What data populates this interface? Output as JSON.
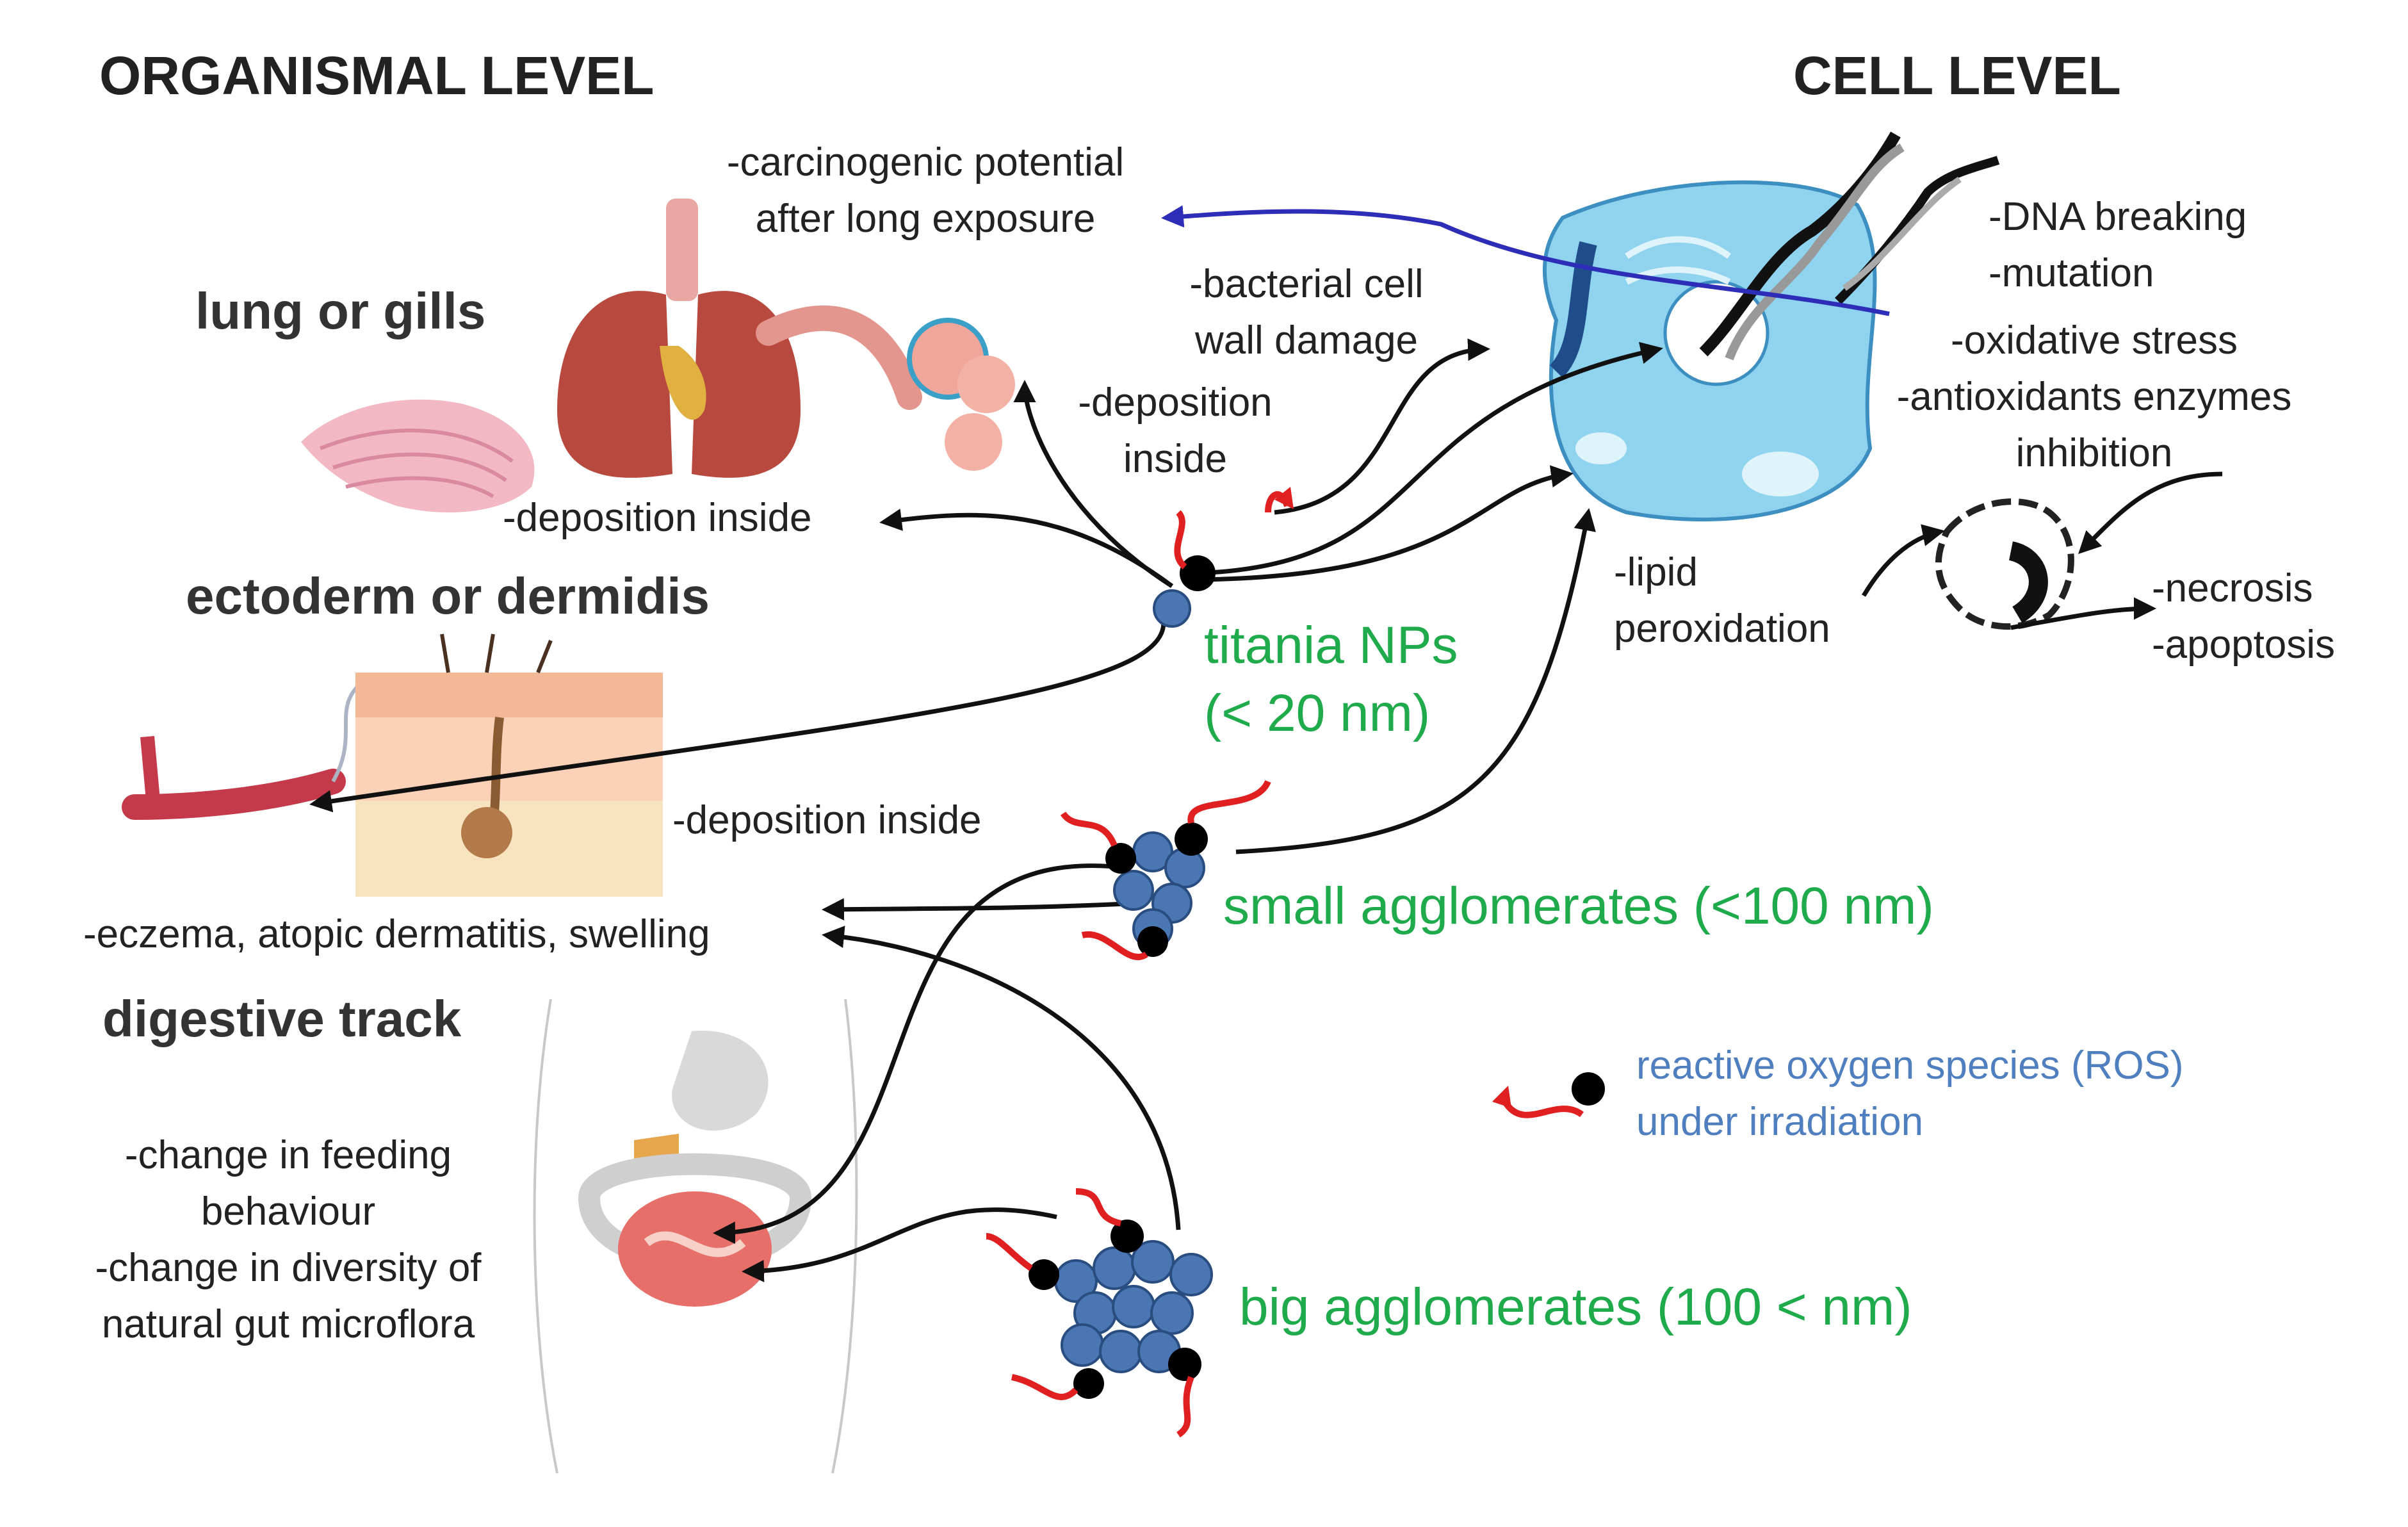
{
  "headers": {
    "organismal": "ORGANISMAL LEVEL",
    "cell": "CELL LEVEL"
  },
  "organs": {
    "lung": "lung or gills",
    "skin": "ectoderm or dermidis",
    "digestive": "digestive track"
  },
  "effects": {
    "carcinogenic": [
      "-carcinogenic potential",
      "after long exposure"
    ],
    "bacterial": [
      "-bacterial cell",
      "wall damage"
    ],
    "deposition_lung": [
      "-deposition",
      "inside"
    ],
    "deposition_gills": "-deposition inside",
    "deposition_skin": "-deposition inside",
    "eczema": "-eczema, atopic dermatitis, swelling",
    "digestive": [
      "-change in feeding",
      "behaviour",
      "-change in diversity of",
      "natural gut microflora"
    ],
    "dna": [
      "-DNA breaking",
      "-mutation"
    ],
    "oxidative": [
      "-oxidative stress",
      "-antioxidants enzymes",
      "inhibition"
    ],
    "lipid": [
      "-lipid",
      "peroxidation"
    ],
    "death": [
      "-necrosis",
      "-apoptosis"
    ]
  },
  "particles": {
    "titania": [
      "titania NPs",
      "(< 20 nm)"
    ],
    "small": "small agglomerates (<100 nm)",
    "big": "big agglomerates (100 < nm)"
  },
  "legend": [
    "reactive oxygen species (ROS)",
    "under irradiation"
  ],
  "colors": {
    "particle_fill": "#4a76b3",
    "particle_label": "#1faa4b",
    "ros": "#e02020",
    "legend_text": "#4f7fbf",
    "carcinogenic_arrow": "#2d2db8",
    "cell_fill": "#8fd3ef"
  }
}
